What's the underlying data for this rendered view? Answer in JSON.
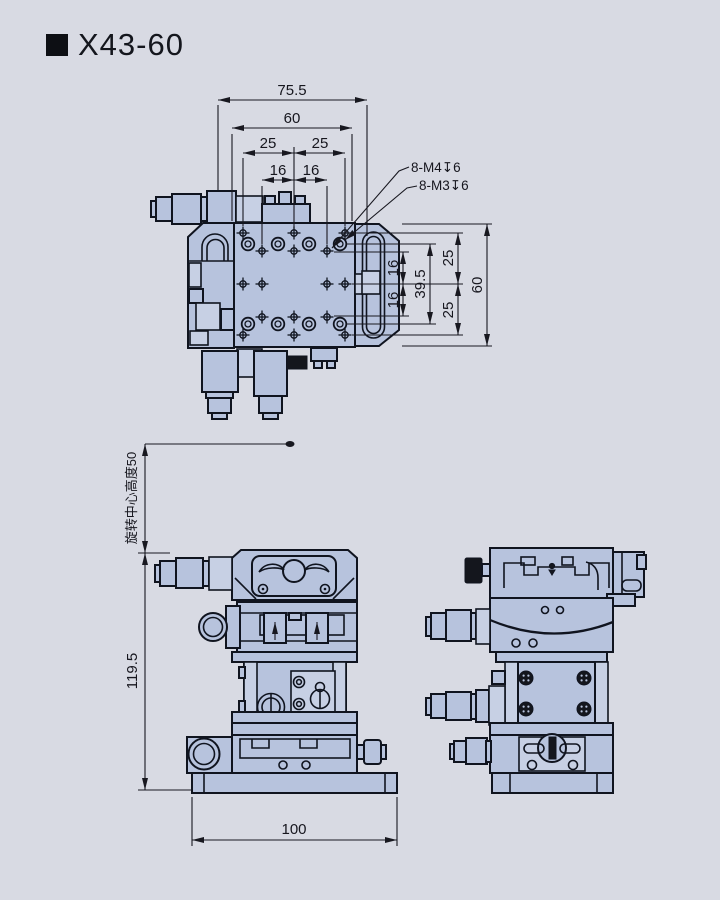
{
  "title": {
    "model": "X43-60"
  },
  "colors": {
    "background": "#d8dae3",
    "part": "#b7c3dd",
    "part_light": "#c7d0e4",
    "line": "#10141f",
    "dimension": "#181820"
  },
  "top_view": {
    "dim_overall_width": "75.5",
    "dim_platform_width": "60",
    "dim_hole_span_left": "25",
    "dim_hole_span_right": "25",
    "dim_inner_span_left": "16",
    "dim_inner_span_right": "16",
    "label_m4": "8-M4↧6",
    "label_m3": "8-M3↧6",
    "dim_right_inner_top": "16",
    "dim_right_inner_bottom": "16",
    "dim_right_slot": "39.5",
    "dim_right_outer_top": "25",
    "dim_right_outer_bottom": "25",
    "dim_right_height": "60"
  },
  "front_view": {
    "dim_rotation_center": "旋转中心高度50",
    "dim_height": "119.5",
    "dim_base_width": "100"
  }
}
